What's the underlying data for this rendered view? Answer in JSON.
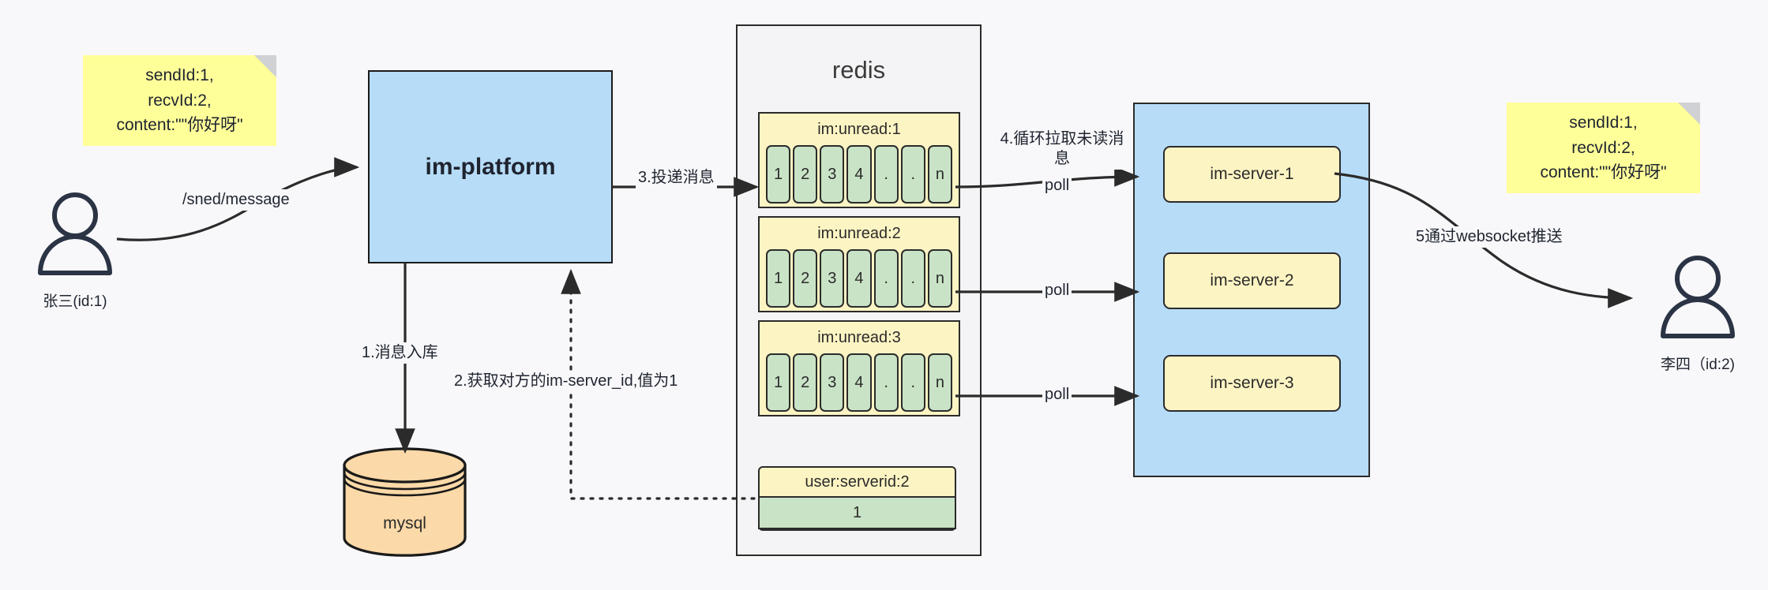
{
  "diagram": {
    "title": "IM message delivery architecture",
    "background": "#f8f8fa"
  },
  "colors": {
    "note_yellow": "#ffff99",
    "note_fold_gray": "#cfd1d4",
    "blue_box": "#b7dcf8",
    "redis_gray": "#f4f4f6",
    "list_yellow": "#fdf4c3",
    "cell_green": "#c9e3c6",
    "mysql_orange": "#fcd9a8",
    "stroke": "#2b2b2b",
    "text": "#1f2430"
  },
  "notes": {
    "left": {
      "name": "message-payload-note-left",
      "text": "sendId:1,\nrecvId:2,\ncontent:\"\"你好呀\""
    },
    "right": {
      "name": "message-payload-note-right",
      "text": "sendId:1,\nrecvId:2,\ncontent:\"\"你好呀\""
    }
  },
  "actors": {
    "sender": {
      "label": "张三(id:1)"
    },
    "receiver": {
      "label": "李四（id:2)"
    }
  },
  "platform": {
    "label": "im-platform"
  },
  "database": {
    "label": "mysql"
  },
  "redis": {
    "title": "redis",
    "lists": [
      {
        "key": "im:unread:1",
        "cells": [
          "1",
          "2",
          "3",
          "4",
          ".",
          ".",
          "n"
        ]
      },
      {
        "key": "im:unread:2",
        "cells": [
          "1",
          "2",
          "3",
          "4",
          ".",
          ".",
          "n"
        ]
      },
      {
        "key": "im:unread:3",
        "cells": [
          "1",
          "2",
          "3",
          "4",
          ".",
          ".",
          "n"
        ]
      }
    ],
    "kv": {
      "key": "user:serverid:2",
      "value": "1"
    }
  },
  "cluster": {
    "servers": [
      {
        "label": "im-server-1"
      },
      {
        "label": "im-server-2"
      },
      {
        "label": "im-server-3"
      }
    ]
  },
  "edges": {
    "send_message": "/sned/message",
    "step1_persist": "1.消息入库",
    "step2_lookup": "2.获取对方的im-server_id,值为1",
    "step3_deliver": "3.投递消息",
    "step4_poll": "4.循环拉取未读消\n息",
    "poll_1": "poll",
    "poll_2": "poll",
    "poll_3": "poll",
    "step5_push": "5通过websocket推送"
  }
}
